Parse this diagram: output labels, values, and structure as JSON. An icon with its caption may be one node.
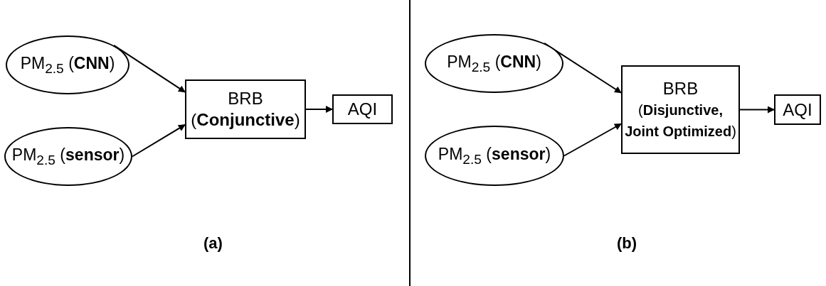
{
  "diagram": {
    "nodes": [
      {
        "text": [
          "PM$_{2.5}$  (**CNN**)"
        ]
      },
      {
        "text": [
          "PM$_{2.5}$ (**sensor**)"
        ]
      },
      {
        "text": [
          "BRB",
          "(**Conjunctive**)"
        ]
      },
      {
        "text": [
          "AQI"
        ]
      },
      {
        "text": [
          "PM$_{2.5}$  (**CNN**)"
        ]
      },
      {
        "text": [
          "PM$_{2.5}$ (**sensor**)"
        ]
      },
      {
        "text": [
          "BRB",
          "(**Disjunctive, Joint Optimized**)"
        ]
      },
      {
        "text": [
          "AQI"
        ]
      }
    ],
    "edges": [
      {
        "from": 0,
        "to": 2,
        "arrow": "to"
      },
      {
        "from": 1,
        "to": 2,
        "arrow": "to"
      },
      {
        "from": 2,
        "to": 3,
        "arrow": "to"
      },
      {
        "from": 4,
        "to": 6,
        "arrow": "to"
      },
      {
        "from": 5,
        "to": 6,
        "arrow": "to"
      },
      {
        "from": 6,
        "to": 7,
        "arrow": "to"
      }
    ],
    "labels": [
      "(a)",
      "(b)"
    ]
  }
}
